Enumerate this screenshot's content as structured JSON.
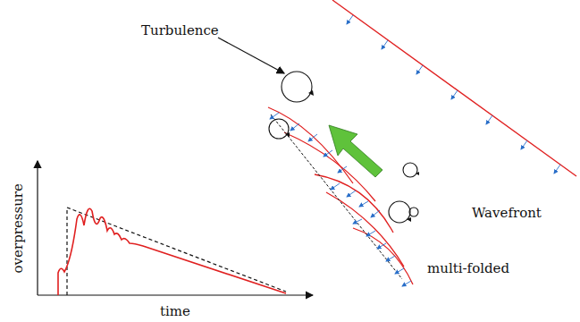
{
  "diagram": {
    "labels": [
      "Turbulence",
      "Wavefront",
      "multi-folded",
      "overpressure",
      "time"
    ]
  }
}
